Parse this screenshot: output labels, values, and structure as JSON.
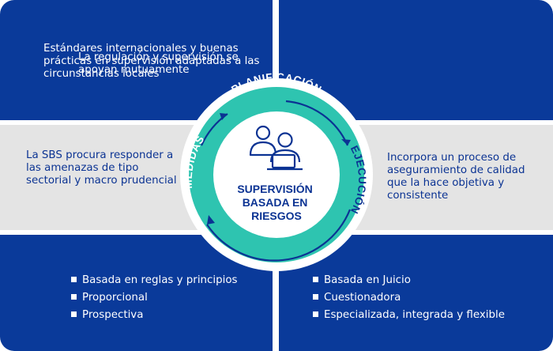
{
  "quadrants": {
    "top_left": "Estándares internacionales y buenas prácticas en supervisión adaptadas a las circunstancias locales",
    "top_right": "La regulación y supervisión se apoyan mutuamente",
    "middle_left": "La SBS procura responder a las amenazas de tipo sectorial y macro prudencial",
    "middle_right": "Incorpora un proceso de aseguramiento de calidad que la hace objetiva y consistente"
  },
  "bottom_left_list": [
    "Basada en reglas y principios",
    "Proporcional",
    "Prospectiva"
  ],
  "bottom_right_list": [
    "Basada en Juicio",
    "Cuestionadora",
    "Especializada, integrada y flexible"
  ],
  "cycle": {
    "top_label": "PLANIFICACIÓN",
    "right_label": "EJECUCIÓN",
    "left_label": "MEDIDAS",
    "center_lines": [
      "SUPERVISIÓN",
      "BASADA EN",
      "RIESGOS"
    ],
    "center_icon": "two-people-laptop-icon"
  },
  "colors": {
    "panel_blue": "#0a3a9a",
    "panel_gray": "#e4e4e4",
    "ring_teal": "#2ec4b0",
    "text_navy": "#0b3393"
  }
}
